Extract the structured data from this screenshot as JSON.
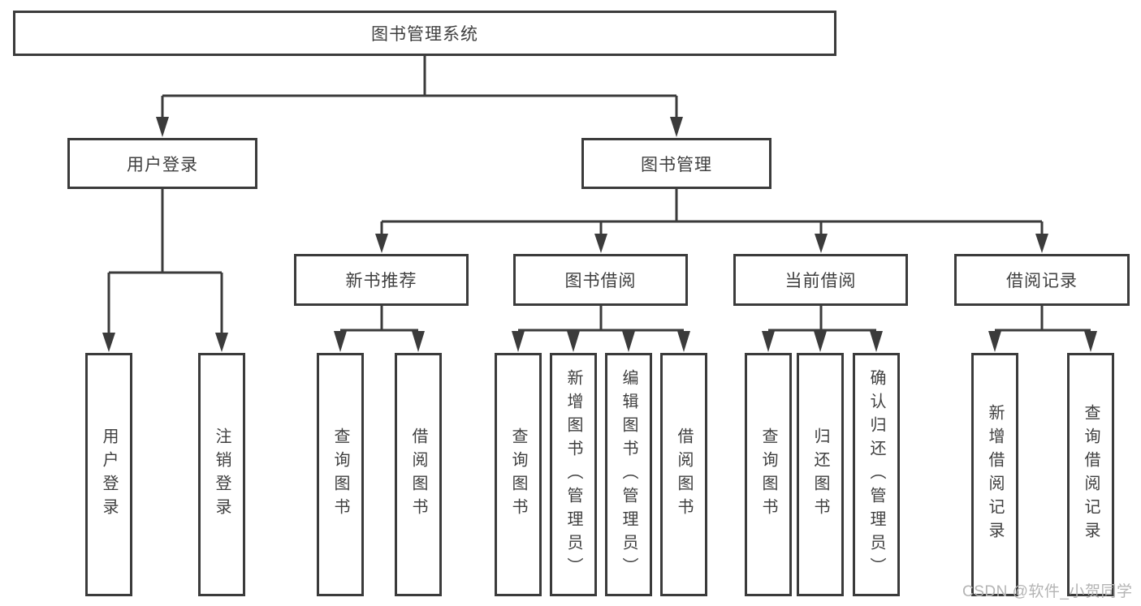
{
  "diagram": {
    "tree": {
      "label": "图书管理系统",
      "children": [
        {
          "label": "用户登录",
          "children": [
            {
              "label": "用户登录"
            },
            {
              "label": "注销登录"
            }
          ]
        },
        {
          "label": "图书管理",
          "children": [
            {
              "label": "新书推荐",
              "children": [
                {
                  "label": "查询图书"
                },
                {
                  "label": "借阅图书"
                }
              ]
            },
            {
              "label": "图书借阅",
              "children": [
                {
                  "label": "查询图书"
                },
                {
                  "label": "新增图书（管理员）"
                },
                {
                  "label": "编辑图书（管理员）"
                },
                {
                  "label": "借阅图书"
                }
              ]
            },
            {
              "label": "当前借阅",
              "children": [
                {
                  "label": "查询图书"
                },
                {
                  "label": "归还图书"
                },
                {
                  "label": "确认归还（管理员）"
                }
              ]
            },
            {
              "label": "借阅记录",
              "children": [
                {
                  "label": "新增借阅记录"
                },
                {
                  "label": "查询借阅记录"
                }
              ]
            }
          ]
        }
      ]
    },
    "colors": {
      "line": "#3b3b3b",
      "text": "#3f3f3f",
      "box_fill": "#ffffff",
      "watermark": "#b4b4b4"
    }
  },
  "watermark": {
    "text": "CSDN @软件_小贺同学"
  }
}
